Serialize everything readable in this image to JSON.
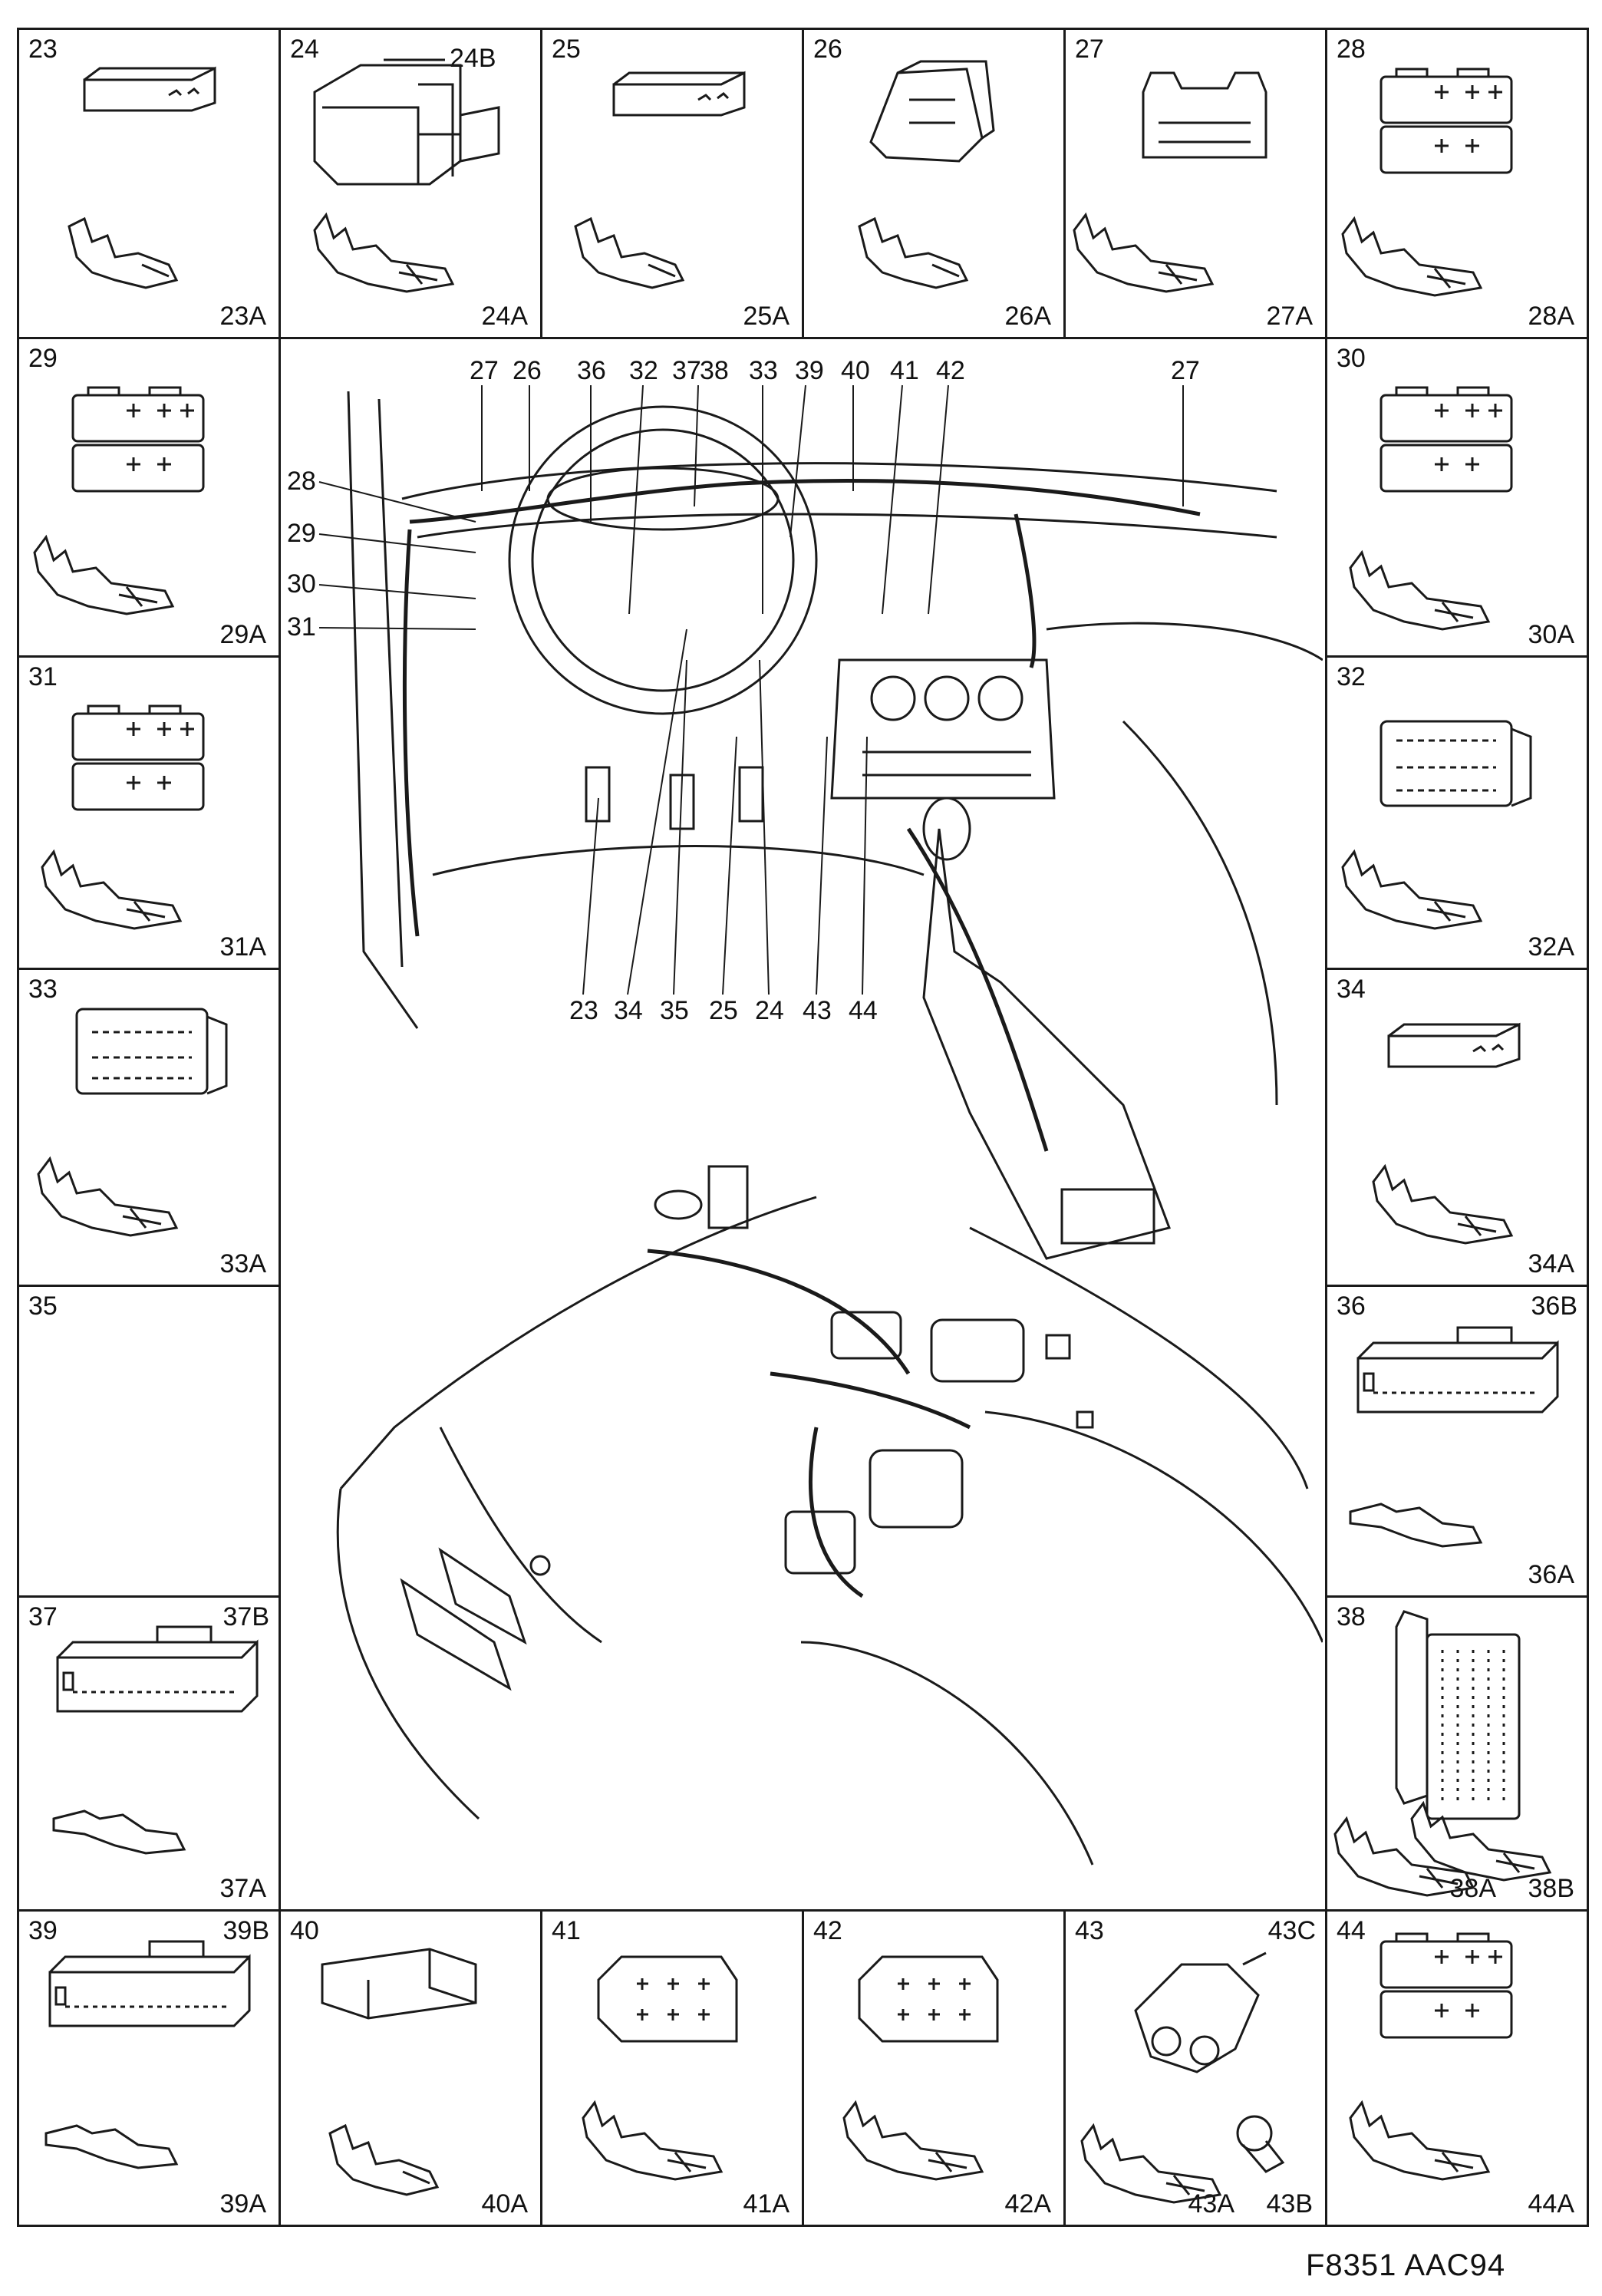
{
  "cells": [
    {
      "id": "c23",
      "num": "23",
      "sub": "",
      "terminal": "23A",
      "terminal2": ""
    },
    {
      "id": "c24",
      "num": "24",
      "sub": "24B",
      "terminal": "24A",
      "terminal2": ""
    },
    {
      "id": "c25",
      "num": "25",
      "sub": "",
      "terminal": "25A",
      "terminal2": ""
    },
    {
      "id": "c26",
      "num": "26",
      "sub": "",
      "terminal": "26A",
      "terminal2": ""
    },
    {
      "id": "c27",
      "num": "27",
      "sub": "",
      "terminal": "27A",
      "terminal2": ""
    },
    {
      "id": "c28",
      "num": "28",
      "sub": "",
      "terminal": "28A",
      "terminal2": ""
    },
    {
      "id": "c29",
      "num": "29",
      "sub": "",
      "terminal": "29A",
      "terminal2": ""
    },
    {
      "id": "c30",
      "num": "30",
      "sub": "",
      "terminal": "30A",
      "terminal2": ""
    },
    {
      "id": "c31",
      "num": "31",
      "sub": "",
      "terminal": "31A",
      "terminal2": ""
    },
    {
      "id": "c32",
      "num": "32",
      "sub": "",
      "terminal": "32A",
      "terminal2": ""
    },
    {
      "id": "c33",
      "num": "33",
      "sub": "",
      "terminal": "33A",
      "terminal2": ""
    },
    {
      "id": "c34",
      "num": "34",
      "sub": "",
      "terminal": "34A",
      "terminal2": ""
    },
    {
      "id": "c35",
      "num": "35",
      "sub": "",
      "terminal": "",
      "terminal2": ""
    },
    {
      "id": "c36",
      "num": "36",
      "sub": "36B",
      "terminal": "36A",
      "terminal2": ""
    },
    {
      "id": "c37",
      "num": "37",
      "sub": "37B",
      "terminal": "37A",
      "terminal2": ""
    },
    {
      "id": "c38",
      "num": "38",
      "sub": "",
      "terminal": "38B",
      "terminal2": "38A"
    },
    {
      "id": "c39",
      "num": "39",
      "sub": "39B",
      "terminal": "39A",
      "terminal2": ""
    },
    {
      "id": "c40",
      "num": "40",
      "sub": "",
      "terminal": "40A",
      "terminal2": ""
    },
    {
      "id": "c41",
      "num": "41",
      "sub": "",
      "terminal": "41A",
      "terminal2": ""
    },
    {
      "id": "c42",
      "num": "42",
      "sub": "",
      "terminal": "42A",
      "terminal2": ""
    },
    {
      "id": "c43",
      "num": "43",
      "sub": "43C",
      "terminal": "43B",
      "terminal2": "43A"
    },
    {
      "id": "c44",
      "num": "44",
      "sub": "",
      "terminal": "44A",
      "terminal2": ""
    }
  ],
  "top_callouts": [
    "27",
    "26",
    "36",
    "32",
    "37",
    "38",
    "33",
    "39",
    "40",
    "41",
    "42",
    "27"
  ],
  "left_callouts": [
    "28",
    "29",
    "30",
    "31"
  ],
  "bottom_callouts": [
    "23",
    "34",
    "35",
    "25",
    "24",
    "43",
    "44"
  ],
  "footer_code": "F8351 AAC94",
  "colors": {
    "ink": "#1a1a1a",
    "paper": "#ffffff"
  }
}
